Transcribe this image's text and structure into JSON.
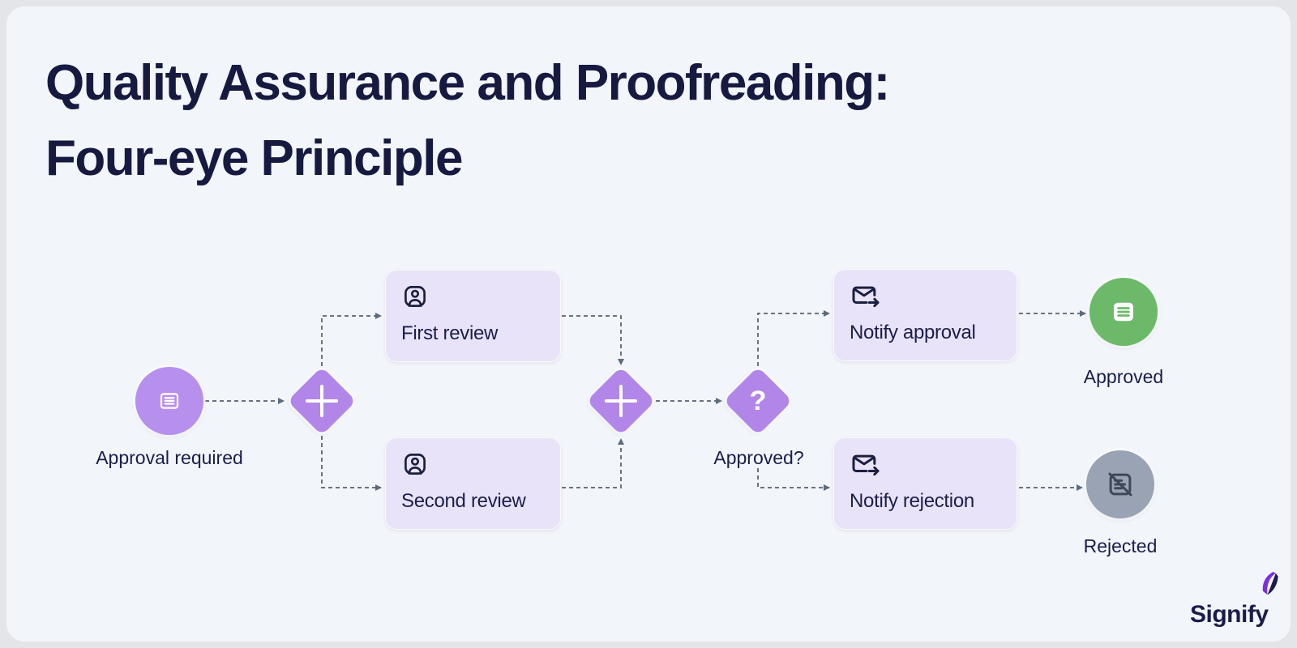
{
  "title": {
    "line1": "Quality Assurance and Proofreading:",
    "line2": "Four-eye Principle"
  },
  "diagram": {
    "start": {
      "label": "Approval required",
      "icon": "document-lines-icon"
    },
    "gateways": {
      "split": {
        "symbol": "+",
        "icon": "plus-icon"
      },
      "join": {
        "symbol": "+",
        "icon": "plus-icon"
      },
      "decision": {
        "symbol": "?",
        "label": "Approved?"
      }
    },
    "tasks": {
      "first_review": {
        "label": "First review",
        "icon": "user-icon"
      },
      "second_review": {
        "label": "Second review",
        "icon": "user-icon"
      },
      "notify_approval": {
        "label": "Notify approval",
        "icon": "mail-forward-icon"
      },
      "notify_rejection": {
        "label": "Notify rejection",
        "icon": "mail-forward-icon"
      }
    },
    "ends": {
      "approved": {
        "label": "Approved",
        "icon": "document-filled-icon",
        "color": "#6cb96a"
      },
      "rejected": {
        "label": "Rejected",
        "icon": "document-slash-icon",
        "color": "#9aa3b4"
      }
    },
    "edges": [
      {
        "from": "start",
        "to": "split-gateway"
      },
      {
        "from": "split-gateway",
        "to": "first-review"
      },
      {
        "from": "split-gateway",
        "to": "second-review"
      },
      {
        "from": "first-review",
        "to": "join-gateway"
      },
      {
        "from": "second-review",
        "to": "join-gateway"
      },
      {
        "from": "join-gateway",
        "to": "decision-gateway"
      },
      {
        "from": "decision-gateway",
        "to": "notify-approval"
      },
      {
        "from": "decision-gateway",
        "to": "notify-rejection"
      },
      {
        "from": "notify-approval",
        "to": "approved-end"
      },
      {
        "from": "notify-rejection",
        "to": "rejected-end"
      }
    ]
  },
  "brand": {
    "name": "Signify"
  },
  "colors": {
    "outer_bg": "#e4e5e8",
    "card_bg": "#f2f5f9",
    "title": "#171a40",
    "label": "#1b1e4b",
    "node_purple": "#b78fec",
    "gateway_purple": "#b286e9",
    "task_bg": "#e9e3f9",
    "task_icon": "#1c1f3f",
    "connector": "#6b7280",
    "end_green": "#6cb96a",
    "end_gray": "#9aa3b4",
    "end_gray_icon": "#3f4659",
    "brand_navy": "#1b1c4a",
    "brand_purple": "#7b2fe0"
  }
}
